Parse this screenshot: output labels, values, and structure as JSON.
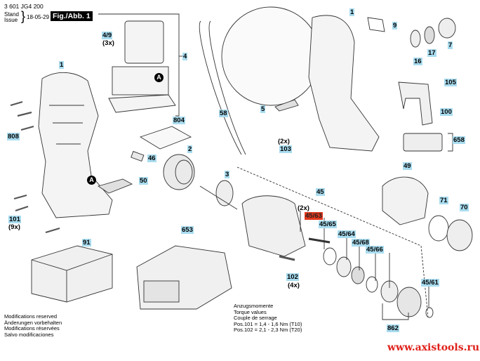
{
  "header": {
    "doc_number": "3 601 JG4 200",
    "stand_label": "Stand",
    "issue_label": "Issue",
    "issue_date": "18-05-29",
    "figure_label": "Fig./Abb. 1"
  },
  "callouts": {
    "a1": "A",
    "a2": "A"
  },
  "parts": [
    {
      "id": "p-1a",
      "label": "1"
    },
    {
      "id": "p-1b",
      "label": "1"
    },
    {
      "id": "p-4-9",
      "label": "4/9",
      "qty": "(3x)"
    },
    {
      "id": "p-4",
      "label": "4"
    },
    {
      "id": "p-804",
      "label": "804"
    },
    {
      "id": "p-808",
      "label": "808"
    },
    {
      "id": "p-46",
      "label": "46"
    },
    {
      "id": "p-2",
      "label": "2"
    },
    {
      "id": "p-50",
      "label": "50"
    },
    {
      "id": "p-101",
      "label": "101",
      "qty": "(9x)"
    },
    {
      "id": "p-58",
      "label": "58"
    },
    {
      "id": "p-5",
      "label": "5"
    },
    {
      "id": "p-3",
      "label": "3"
    },
    {
      "id": "p-9",
      "label": "9"
    },
    {
      "id": "p-16",
      "label": "16"
    },
    {
      "id": "p-17",
      "label": "17"
    },
    {
      "id": "p-7",
      "label": "7"
    },
    {
      "id": "p-105",
      "label": "105"
    },
    {
      "id": "p-100",
      "label": "100"
    },
    {
      "id": "p-103",
      "label": "103",
      "qty": "(2x)"
    },
    {
      "id": "p-658",
      "label": "658"
    },
    {
      "id": "p-49",
      "label": "49"
    },
    {
      "id": "p-71",
      "label": "71"
    },
    {
      "id": "p-70",
      "label": "70"
    },
    {
      "id": "p-45",
      "label": "45"
    },
    {
      "id": "p-45-63",
      "label": "45/63",
      "qty": "(2x)",
      "highlighted": true
    },
    {
      "id": "p-45-65",
      "label": "45/65"
    },
    {
      "id": "p-45-64",
      "label": "45/64"
    },
    {
      "id": "p-45-68",
      "label": "45/68"
    },
    {
      "id": "p-45-66",
      "label": "45/66"
    },
    {
      "id": "p-45-61",
      "label": "45/61"
    },
    {
      "id": "p-862",
      "label": "862"
    },
    {
      "id": "p-102",
      "label": "102",
      "qty": "(4x)"
    },
    {
      "id": "p-91",
      "label": "91"
    },
    {
      "id": "p-653",
      "label": "653"
    }
  ],
  "torque": {
    "lines": [
      "Anzugsmomente",
      "Torque values",
      "Couple de serrage",
      "Pos.101  =  1,4 - 1,6 Nm (T10)",
      "Pos.102  =  2,1 - 2,3 Nm (T20)"
    ]
  },
  "notes": {
    "lines": [
      "Modifications reserved",
      "Änderungen vorbehalten",
      "Modifications réservées",
      "Salvo modificaciones"
    ]
  },
  "watermark": "www.axistools.ru",
  "colors": {
    "label_bg": "#a9dcef",
    "highlight_bg": "#e0381c",
    "watermark": "#e0201a"
  }
}
